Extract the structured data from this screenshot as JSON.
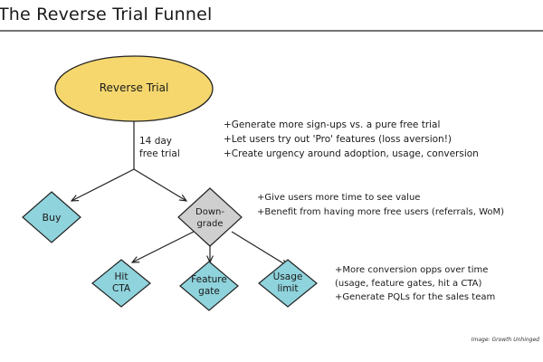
{
  "title": "The Reverse Trial Funnel",
  "root": {
    "label": "Reverse Trial",
    "fill": "#f5d76e"
  },
  "trial_label": {
    "line1": "14 day",
    "line2": "free trial"
  },
  "level1": [
    {
      "label": "Buy"
    },
    {
      "label": "Down-\ngrade"
    }
  ],
  "level2": [
    {
      "label": "Hit\nCTA"
    },
    {
      "label": "Feature\ngate"
    },
    {
      "label": "Usage\nlimit"
    }
  ],
  "colors": {
    "diamond_blue": "#8fd3dc",
    "diamond_gray": "#cfcfcf",
    "stroke": "#222222"
  },
  "notes": {
    "root": [
      "+Generate more sign-ups vs. a pure free trial",
      "+Let users try out 'Pro' features (loss aversion!)",
      "+Create urgency around adoption, usage, conversion"
    ],
    "downgrade": [
      "+Give users more time to see value",
      "+Benefit from having more free users (referrals, WoM)"
    ],
    "leaves": [
      "+More conversion opps over time",
      "(usage, feature gates, hit a CTA)",
      "+Generate PQLs for the sales team"
    ]
  },
  "credit": "Image: Growth Unhinged"
}
